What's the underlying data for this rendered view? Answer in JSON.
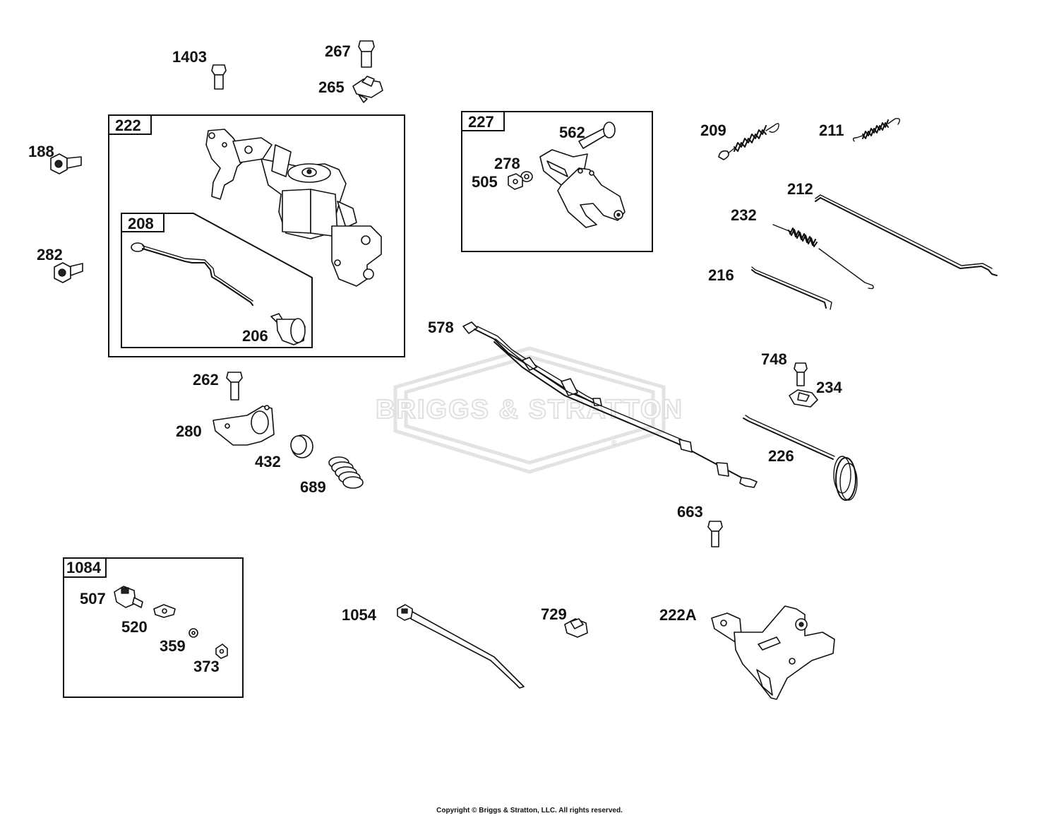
{
  "watermark": {
    "brand": "BRIGGS & STRATTON",
    "trademark": "®"
  },
  "groups": {
    "g222": "222",
    "g208": "208",
    "g227": "227",
    "g1084": "1084"
  },
  "labels": {
    "p1403": "1403",
    "p267": "267",
    "p265": "265",
    "p188": "188",
    "p282": "282",
    "p206": "206",
    "p262": "262",
    "p280": "280",
    "p432": "432",
    "p689": "689",
    "p562": "562",
    "p278": "278",
    "p505": "505",
    "p209": "209",
    "p211": "211",
    "p212": "212",
    "p232": "232",
    "p216": "216",
    "p578": "578",
    "p748": "748",
    "p234": "234",
    "p226": "226",
    "p663": "663",
    "p507": "507",
    "p520": "520",
    "p359": "359",
    "p373": "373",
    "p1054": "1054",
    "p729": "729",
    "p222A": "222A"
  },
  "footer": {
    "copyright": "Copyright © Briggs & Stratton, LLC. All rights reserved."
  }
}
